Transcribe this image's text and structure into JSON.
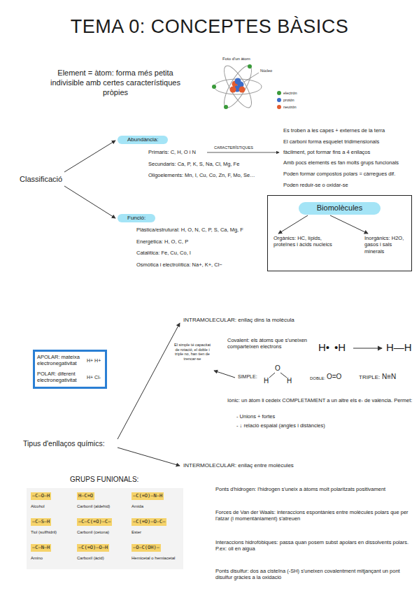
{
  "diagram": {
    "title": "TEMA 0: CONCEPTES BÀSICS",
    "nodes": [
      {
        "text": [
          "Abundància:"
        ]
      },
      {
        "text": [
          "Funció:"
        ]
      },
      {
        "text": [
          "Orgànics: HC, lípids, proteïnes i àcids nucleics",
          "Inorgànics: H2O, gasos i sals minerals"
        ]
      },
      {
        "text": [
          "Biomolècules"
        ],
        "in": 2
      },
      {
        "text": [
          "APOLAR: mateixa electronegativitat",
          "H+ H+",
          "POLAR: diferent electronegativitat",
          "H+ Cl-"
        ]
      },
      {
        "text": [
          "GRUPS FUNIONALS:",
          "—C—O—H",
          "Alcohol",
          "—C—S—H",
          "Tiol (sulfhidril)",
          "—C—N—H",
          "Amino",
          "H—C=O",
          "Carbonil (aldehid)",
          "—C—C(=O)—C—",
          "Carbonil (cetona)",
          "—C(=O)—O—H",
          "Carboxil (àcid)",
          "—C(=O)—N—H",
          "Amida",
          "—C(=O)—O—C—",
          "Ester",
          "—O—C(OH)—",
          "Hemicetal o hemiacetal"
        ]
      }
    ],
    "labels": [
      "Element = àtom: forma més petita indivisible amb certes característiques pròpies",
      "Foto d'un àtom",
      "Núcleo",
      "Classificació",
      "Primaris: C, H, O i N",
      "CARACTERÍSTIQUES",
      "Secundaris: Ca, P, K, S, Na, Cl, Mg, Fe",
      "Oligoelements: Mn, I, Cu, Co, Zn, F, Mo, Se…",
      "Es troben a les capes + externes de la terra",
      "El carboni forma esquelet tridimensionals",
      "fàcilment, pot formar fins a 4 enllaços",
      "Amb pocs elements es fan molts grups funcionals",
      "Poden formar compostos polars = càrregues dif.",
      "Poden reduir-se o oxidar-se",
      "Plàstica/estrutural: H, O, N, C, P, S, Ca, Mg, F",
      "Energètica: H, O, C, P",
      "Catalítica: Fe, Cu, Co, I",
      "Osmòtica i electrolítica: Na+, K+, Cl−",
      "INTRAMOLECULAR: enllaç dins la molècula",
      "El simple té capacitat de rotació, el doble i triple no, han tien de trencar-se",
      "Covalent: els àtoms que s'uneixen comparteixen electrons",
      "H•",
      "•H",
      "H—H",
      "SIMPLE:",
      "O",
      "H",
      "H",
      "DOBLE:",
      "O=O",
      "TRIPLE:",
      "N≡N",
      "Iònic: un àtom li cedeix COMPLETAMENT a un altre els e- de valència. Permet:",
      "- Unions + fortes",
      "- ↓ relació espaial (angles i distàncies)",
      "Tipus d'enllaços químics:",
      "INTERMOLECULAR: enllaç entre molècules",
      "Ponts d'hidrogen: l'hidrogen s'uneix a àtoms molt polaritzats positivament",
      "Forces de Van der Waals: interaccions espontànies entre molècules polars que per l'atzar (i momentàniament) s'atreuen",
      "Interaccions hidrofòbiques: passa quan posem subst apolars en dissolvents polars. P.ex: oli en aigua",
      "Ponts disulfur: dos aa cisteïna (-SH) s'uneixen covalentment mitjançant un pont disulfur gràcies a la oxidació"
    ],
    "legend": [
      {
        "text": "electrón",
        "color": "#3a9a3a"
      },
      {
        "text": "protón",
        "color": "#3b6cc9"
      },
      {
        "text": "neutrón",
        "color": "#e35b2f"
      }
    ]
  }
}
